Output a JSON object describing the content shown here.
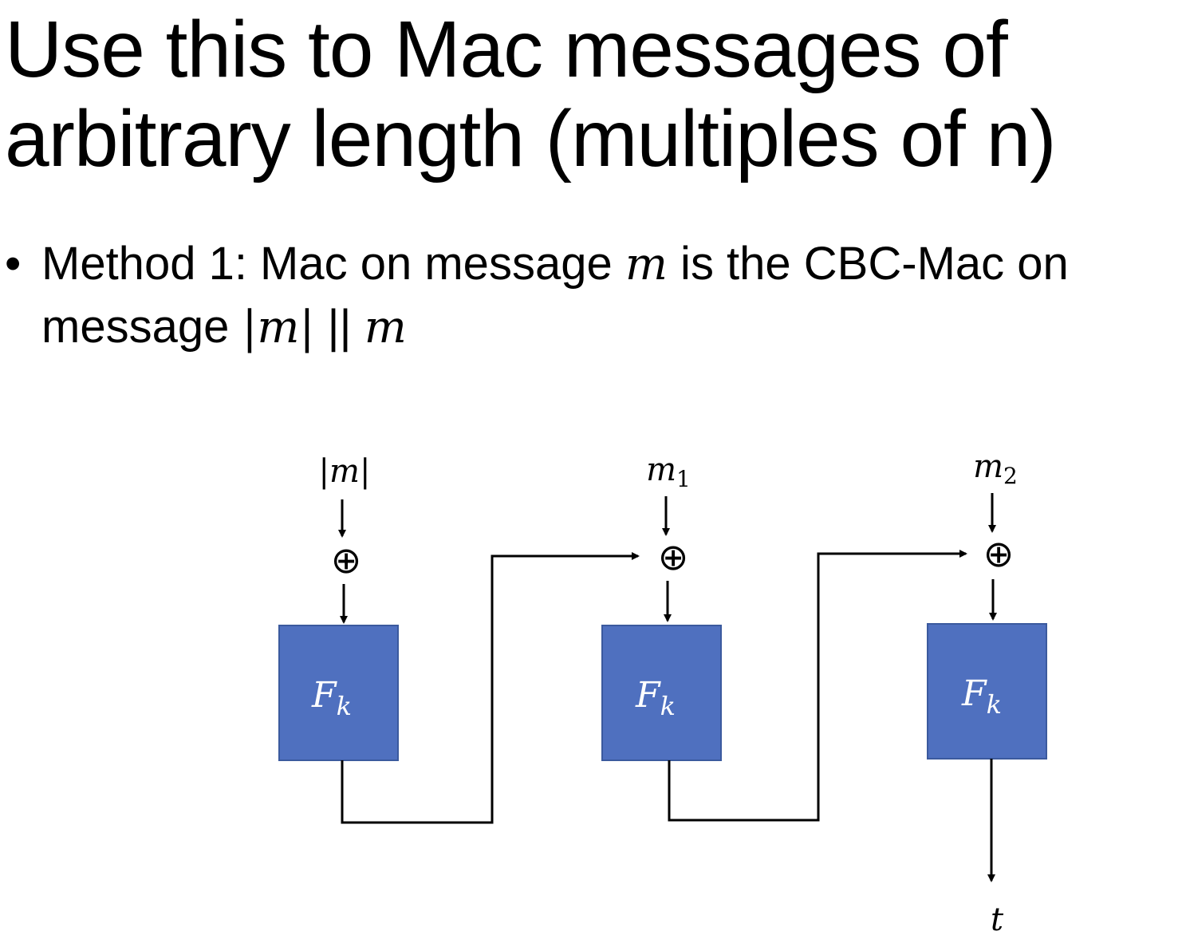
{
  "slide": {
    "title_line1": "Use this to Mac messages of",
    "title_line2": "arbitrary length (multiples of n)",
    "bullet": {
      "marker": "•",
      "line1_part1": "Method 1: Mac on message ",
      "line1_math": "m",
      "line1_part2": " is the CBC-Mac on",
      "line2_part1": "message ",
      "line2_math_bar1": "|",
      "line2_math_m": "m",
      "line2_math_bar2": "|",
      "line2_concat": " || ",
      "line2_math_end": "m"
    }
  },
  "diagram": {
    "block_color": "#4f70bf",
    "block_border": "#3b5a9e",
    "xor_symbol": "⊕",
    "inputs": [
      {
        "bar1": "|",
        "var": "m",
        "bar2": "|",
        "sub": ""
      },
      {
        "bar1": "",
        "var": "m",
        "bar2": "",
        "sub": "1"
      },
      {
        "bar1": "",
        "var": "m",
        "bar2": "",
        "sub": "2"
      }
    ],
    "blocks": [
      {
        "label": "F",
        "sub": "k"
      },
      {
        "label": "F",
        "sub": "k"
      },
      {
        "label": "F",
        "sub": "k"
      }
    ],
    "output": {
      "label": "t"
    }
  }
}
